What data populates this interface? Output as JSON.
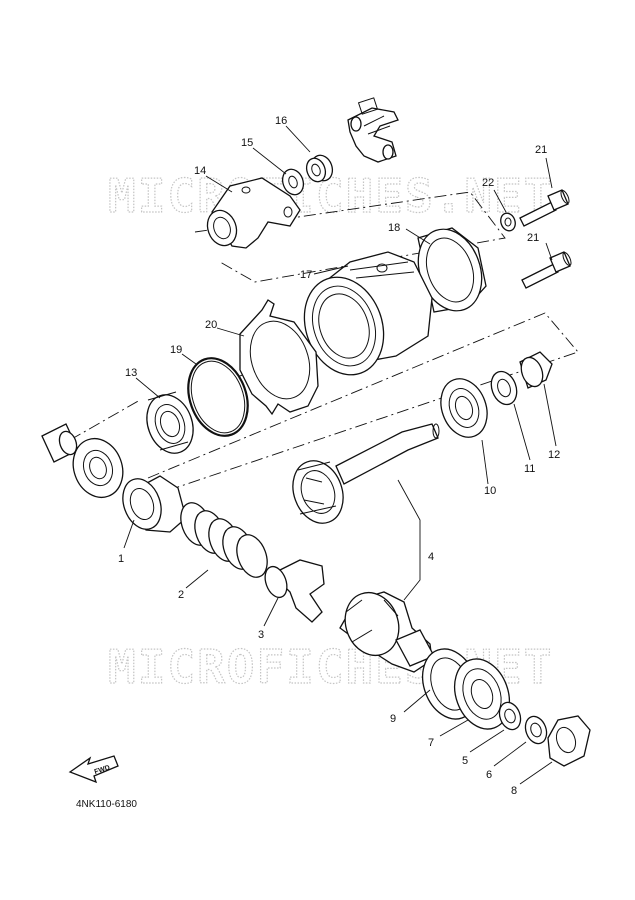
{
  "watermark": "MICROFICHES.NET",
  "diagram_code": "4NK110-6180",
  "fwd_label": "FWD",
  "callouts": {
    "c1": "1",
    "c2": "2",
    "c3": "3",
    "c4": "4",
    "c5": "5",
    "c6": "6",
    "c7": "7",
    "c8": "8",
    "c9": "9",
    "c10": "10",
    "c11": "11",
    "c12": "12",
    "c13": "13",
    "c14": "14",
    "c15": "15",
    "c16": "16",
    "c17": "17",
    "c18": "18",
    "c19": "19",
    "c20": "20",
    "c21a": "21",
    "c21b": "21",
    "c22": "22"
  }
}
